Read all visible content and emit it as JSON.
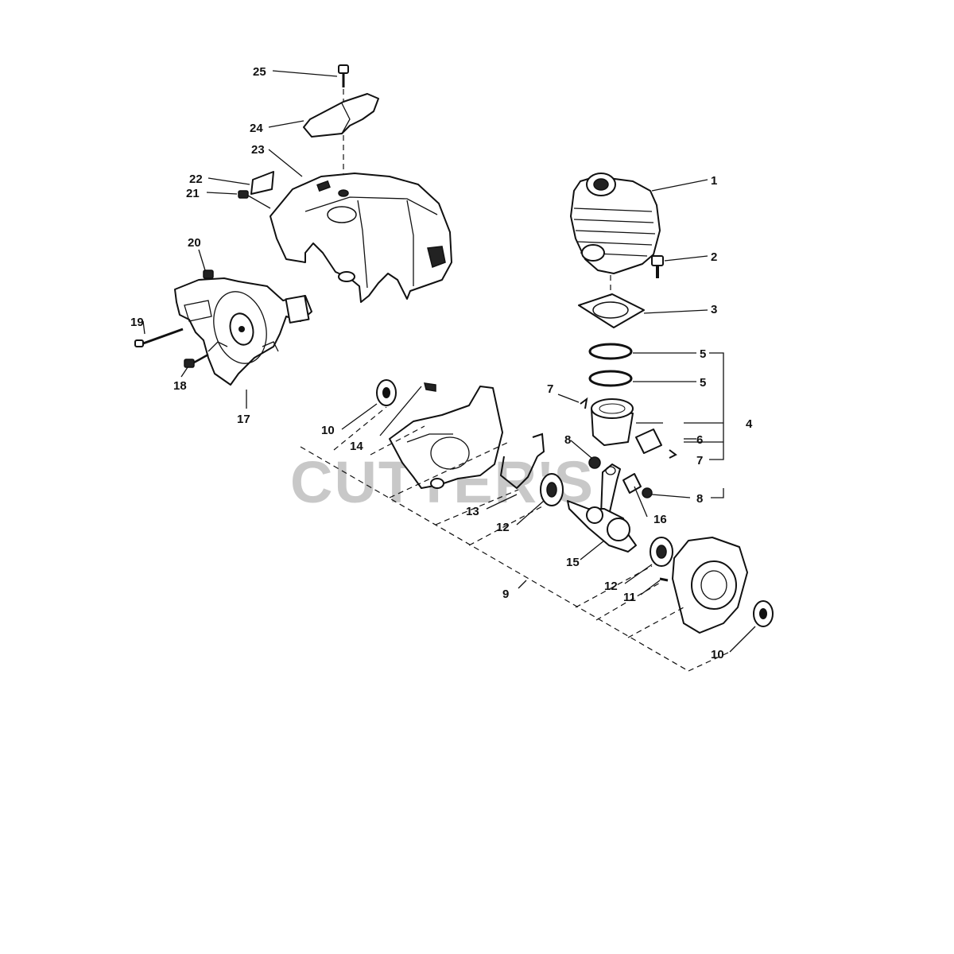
{
  "watermark": "CUTTER'S",
  "callouts": {
    "c1": "1",
    "c2": "2",
    "c3": "3",
    "c4": "4",
    "c5a": "5",
    "c5b": "5",
    "c6": "6",
    "c7a": "7",
    "c7b": "7",
    "c8a": "8",
    "c8b": "8",
    "c9": "9",
    "c10a": "10",
    "c10b": "10",
    "c11": "11",
    "c12a": "12",
    "c12b": "12",
    "c13": "13",
    "c14": "14",
    "c15": "15",
    "c16": "16",
    "c17": "17",
    "c18": "18",
    "c19": "19",
    "c20": "20",
    "c21": "21",
    "c22": "22",
    "c23": "23",
    "c24": "24",
    "c25": "25"
  }
}
